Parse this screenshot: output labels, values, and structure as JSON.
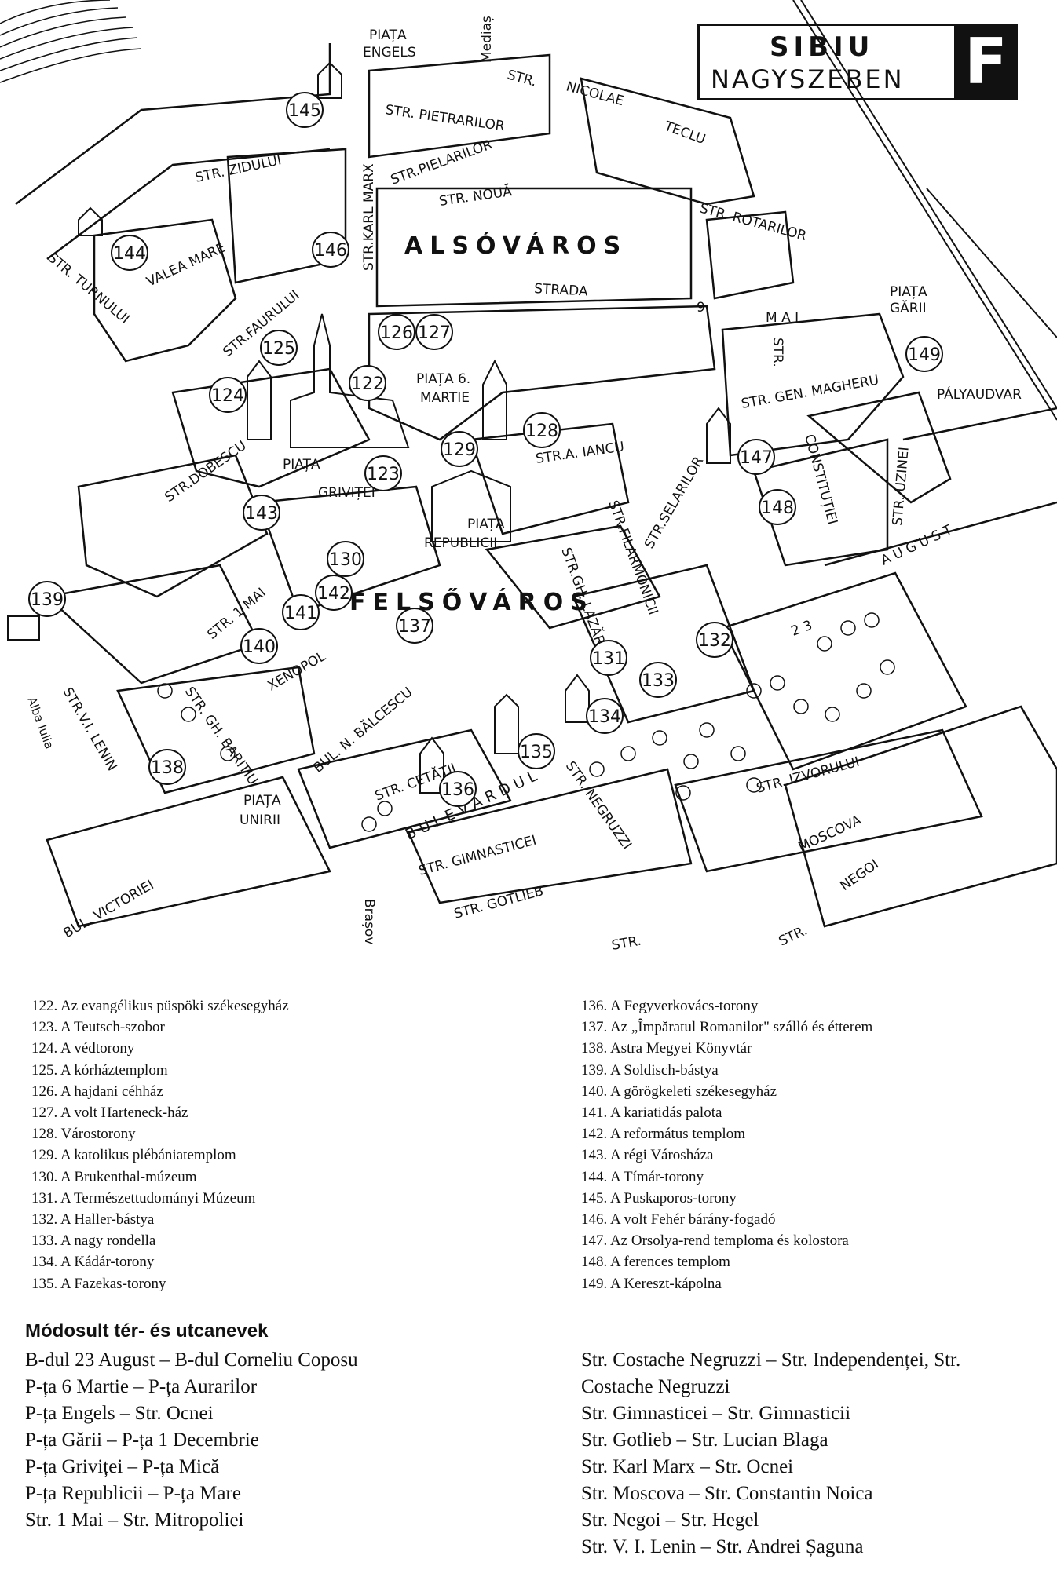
{
  "map": {
    "title_top": "SIBIU",
    "title_bottom": "NAGYSZEBEN",
    "sheet_letter": "F",
    "districts": [
      "ALSÓVÁROS",
      "FELSŐVÁROS"
    ],
    "labels": {
      "piata_engels": [
        "PIAȚA",
        "ENGELS"
      ],
      "medias": "Mediaș",
      "str_nicolae": "STR.",
      "nicolae": "NICOLAE",
      "teclu": "TECLU",
      "str_pietrarilor": "STR. PIETRARILOR",
      "str_zidului": "STR. ZIDULUI",
      "str_pielarilor": "STR.PIELARILOR",
      "str_karl_marx": "STR.KARL MARX",
      "str_noua": "STR.   NOUĂ",
      "str_rotarilor": "STR. ROTARILOR",
      "piata_garii": [
        "PIAȚA",
        "GĂRII"
      ],
      "valea_mare": "VALEA   MARE",
      "str_turnului": "STR. TURNULUI",
      "strada_9_mai": "STRADA",
      "nine": "9.",
      "mai": "M A I",
      "str_faurului": "STR.FAURULUI",
      "piata_6_martie": [
        "PIAȚA 6.",
        "MARTIE"
      ],
      "str_vert": "STR.",
      "str_gen_magheru": "STR. GEN. MAGHERU",
      "palyaudvar": "PÁLYAUDVAR",
      "str_uzinei": "STR. UZINEI",
      "constitutiei": "CONSTITUȚIEI",
      "str_a_iancu": "STR.A. IANCU",
      "str_dobrescu": "STR.DOBESCU",
      "piata_grivitei": [
        "PIAȚA",
        "GRIVIȚEI"
      ],
      "piata_republicii": [
        "PIAȚA",
        "REPUBLICII"
      ],
      "str_selarilor": "STR.SELARILOR",
      "str_filarmonicii": "STR.FILARMONICII",
      "str_gh_lazar": "STR.GH. LAZĂR",
      "august": "A U G U S T",
      "twenty_three": "2 3",
      "str_1_mai": "STR. 1 MAI",
      "xenopol": "XENOPOL",
      "bul_n_balcescu": "BUL. N. BĂLCESCU",
      "str_gh_baritiu": "STR. GH. BARIȚIU",
      "str_vi_lenin": "STR.V.I. LENIN",
      "alba_iulia": "Alba Iulia",
      "piata_unirii": [
        "PIAȚA",
        "UNIRII"
      ],
      "str_cetatii": "STR. CETĂȚII",
      "bulevardul": "B U L E V A R D U L",
      "str_gimnasticei": "STR. GIMNASTICEI",
      "str_negruzzi": "STR. NEGRUZZI",
      "str_izvorului": "STR. IZVORULUI",
      "moscova": "MOSCOVA",
      "str_gotlieb": "STR. GOTLIEB",
      "bul_victoriei": "BUL. VICTORIEI",
      "brasov": "Brașov",
      "str_bottom1": "STR.",
      "str_bottom2": "STR.",
      "negoi": "NEGOI"
    },
    "markers": [
      "122",
      "123",
      "124",
      "125",
      "126",
      "127",
      "128",
      "129",
      "130",
      "131",
      "132",
      "133",
      "134",
      "135",
      "136",
      "137",
      "138",
      "139",
      "140",
      "141",
      "142",
      "143",
      "144",
      "145",
      "146",
      "147",
      "148",
      "149"
    ]
  },
  "legend_left": [
    "122. Az evangélikus püspöki székesegyház",
    "123. A Teutsch-szobor",
    "124. A védtorony",
    "125. A kórháztemplom",
    "126. A hajdani céhház",
    "127. A volt Harteneck-ház",
    "128. Várostorony",
    "129. A katolikus plébániatemplom",
    "130. A Brukenthal-múzeum",
    "131. A Természettudományi Múzeum",
    "132. A Haller-bástya",
    "133. A nagy rondella",
    "134. A Kádár-torony",
    "135. A Fazekas-torony"
  ],
  "legend_right": [
    "136. A Fegyverkovács-torony",
    "137. Az „Împăratul Romanilor\" szálló és étterem",
    "138. Astra Megyei Könyvtár",
    "139. A Soldisch-bástya",
    "140. A görögkeleti székesegyház",
    "141. A kariatidás palota",
    "142. A református templom",
    "143. A régi Városháza",
    "144. A Tímár-torony",
    "145. A Puskaporos-torony",
    "146. A volt Fehér bárány-fogadó",
    "147. Az Orsolya-rend temploma és kolostora",
    "148. A ferences templom",
    "149. A Kereszt-kápolna"
  ],
  "renamed": {
    "title": "Módosult tér- és utcanevek",
    "left": [
      "B-dul 23 August – B-dul Corneliu Coposu",
      "P-ța 6 Martie – P-ța Aurarilor",
      "P-ța Engels – Str. Ocnei",
      "P-ța Gării – P-ța 1 Decembrie",
      "P-ța Griviței – P-ța Mică",
      "P-ța Republicii – P-ța Mare",
      "Str. 1 Mai – Str. Mitropoliei"
    ],
    "right": [
      "Str. Costache Negruzzi – Str. Independenței, Str.",
      "Costache Negruzzi",
      "Str. Gimnasticei – Str. Gimnasticii",
      "Str. Gotlieb – Str. Lucian Blaga",
      "Str. Karl Marx – Str. Ocnei",
      "Str. Moscova – Str. Constantin Noica",
      "Str. Negoi – Str. Hegel",
      "Str. V. I. Lenin – Str. Andrei Șaguna"
    ]
  }
}
